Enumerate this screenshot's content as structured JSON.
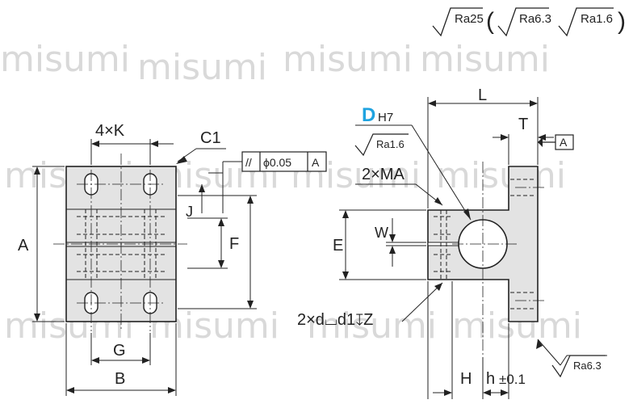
{
  "watermark": {
    "text": "misumi"
  },
  "surface_finish": {
    "general": "Ra25",
    "open_paren": "(",
    "alt1": "Ra6.3",
    "alt2": "Ra1.6",
    "close_paren": ")"
  },
  "front_view": {
    "dim_holes": "4×K",
    "dim_chamfer": "C1",
    "dim_height": "A",
    "dim_width": "B",
    "dim_hole_pitch_h": "G",
    "dim_hole_pitch_v": "F",
    "dim_j": "J",
    "tolerance_frame": {
      "type": "//",
      "value": "ϕ0.05",
      "datum": "A"
    }
  },
  "side_view": {
    "dim_bore": "D",
    "bore_fit": "H7",
    "bore_finish": "Ra1.6",
    "dim_tap": "2×MA",
    "dim_length": "L",
    "dim_thickness": "T",
    "datum_label": "A",
    "dim_slit": "W",
    "dim_e": "E",
    "dim_counterbore": "2×d⌴d1↧Z",
    "dim_h_label": "H",
    "dim_h_small": "h",
    "dim_h_tol": "±0.1",
    "base_finish": "Ra6.3"
  },
  "colors": {
    "accent": "#1fa3e0",
    "line": "#222222",
    "part_fill": "#e3e3e3"
  }
}
